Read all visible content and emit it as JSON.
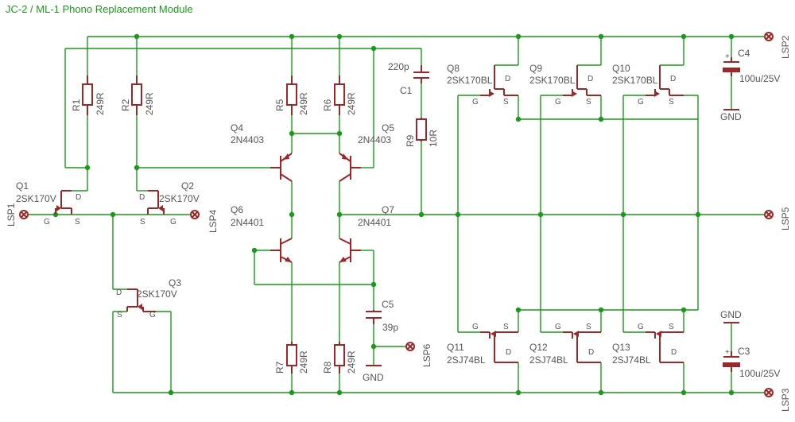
{
  "title": "JC-2 / ML-1 Phono Replacement Module",
  "resistors": {
    "r1": {
      "name": "R1",
      "value": "249R"
    },
    "r2": {
      "name": "R2",
      "value": "249R"
    },
    "r5": {
      "name": "R5",
      "value": "249R"
    },
    "r6": {
      "name": "R6",
      "value": "249R"
    },
    "r7": {
      "name": "R7",
      "value": "249R"
    },
    "r8": {
      "name": "R8",
      "value": "249R"
    },
    "r9": {
      "name": "R9",
      "value": "10R"
    }
  },
  "capacitors": {
    "c1": {
      "name": "C1",
      "value": "220p"
    },
    "c5": {
      "name": "C5",
      "value": "39p"
    },
    "c3": {
      "name": "C3",
      "value": "100u/25V"
    },
    "c4": {
      "name": "C4",
      "value": "100u/25V"
    }
  },
  "transistors": {
    "q1": {
      "name": "Q1",
      "value": "2SK170V"
    },
    "q2": {
      "name": "Q2",
      "value": "2SK170V"
    },
    "q3": {
      "name": "Q3",
      "value": "2SK170V"
    },
    "q4": {
      "name": "Q4",
      "value": "2N4403"
    },
    "q5": {
      "name": "Q5",
      "value": "2N4403"
    },
    "q6": {
      "name": "Q6",
      "value": "2N4401"
    },
    "q7": {
      "name": "Q7",
      "value": "2N4401"
    },
    "q8": {
      "name": "Q8",
      "value": "2SK170BL"
    },
    "q9": {
      "name": "Q9",
      "value": "2SK170BL"
    },
    "q10": {
      "name": "Q10",
      "value": "2SK170BL"
    },
    "q11": {
      "name": "Q11",
      "value": "2SJ74BL"
    },
    "q12": {
      "name": "Q12",
      "value": "2SJ74BL"
    },
    "q13": {
      "name": "Q13",
      "value": "2SJ74BL"
    }
  },
  "pins": {
    "g": "G",
    "s": "S",
    "d": "D",
    "plus": "+"
  },
  "connectors": {
    "lsp1": "LSP1",
    "lsp2": "LSP2",
    "lsp3": "LSP3",
    "lsp4": "LSP4",
    "lsp5": "LSP5",
    "lsp6": "LSP6"
  },
  "gnd": "GND",
  "colors": {
    "wire": "#1a9a1a",
    "part": "#9b2828",
    "label": "#555555"
  }
}
